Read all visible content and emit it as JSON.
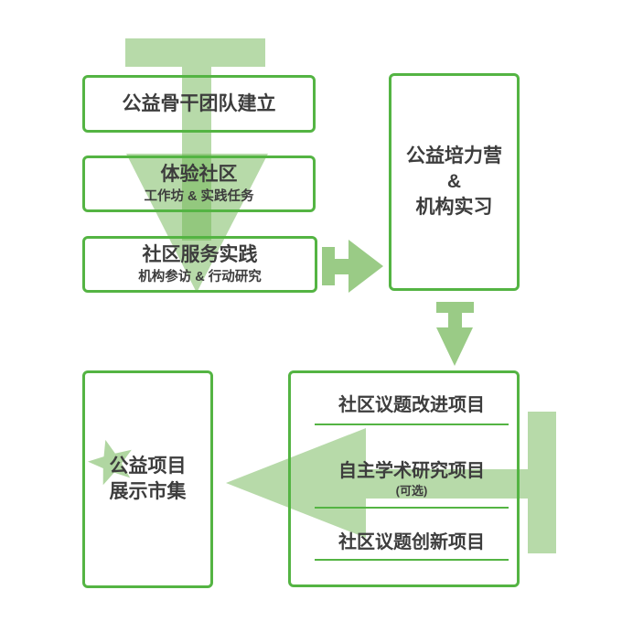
{
  "palette": {
    "box_border_green": "#54b443",
    "underline_green": "#54b443",
    "arrow_green_soft": "#b7daa9",
    "arrow_green_strong": "#9acd81",
    "text_color": "#3d3d3d",
    "background": "#ffffff"
  },
  "icons": {
    "star": "star-icon",
    "arrows": [
      "large-funnel-down-arrow",
      "right-arrow",
      "down-arrow",
      "large-left-arrow"
    ]
  },
  "boxes": {
    "team": {
      "title": "公益骨干团队建立"
    },
    "experience": {
      "title": "体验社区",
      "subtitle": "工作坊 & 实践任务"
    },
    "service": {
      "title": "社区服务实践",
      "subtitle": "机构参访 & 行动研究"
    },
    "camp": {
      "lines": [
        "公益培力营",
        "&",
        "机构实习"
      ]
    },
    "projects": {
      "items": [
        {
          "title": "社区议题改进项目",
          "note": ""
        },
        {
          "title": "自主学术研究项目",
          "note": "(可选)"
        },
        {
          "title": "社区议题创新项目",
          "note": ""
        }
      ]
    },
    "market": {
      "lines": [
        "公益项目",
        "展示市集"
      ]
    }
  }
}
